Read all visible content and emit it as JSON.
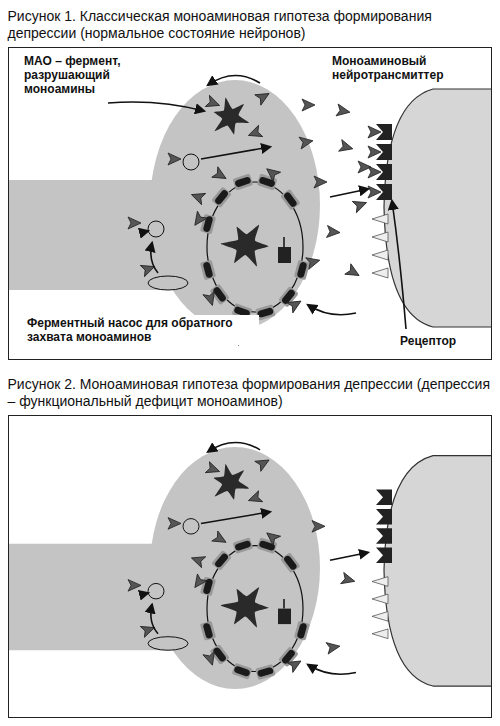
{
  "diagram": {
    "nodes": [
      {
        "text": [
          "Рисунок 1. Классическая моноаминовая гипотеза формирования депрессии (нормальное состояние нейронов)"
        ]
      },
      {
        "text": [
          "Рисунок 2. Моноаминовая гипотеза формирования депрессии (депрессия – функциональный дефицит моноаминов)"
        ]
      }
    ],
    "labels": [
      "МАО – фермент, разрушающий моноамины",
      "Моноаминовый нейротрансмиттер",
      "Ферментный насос для обратного захвата моноаминов",
      "Рецептор"
    ]
  }
}
